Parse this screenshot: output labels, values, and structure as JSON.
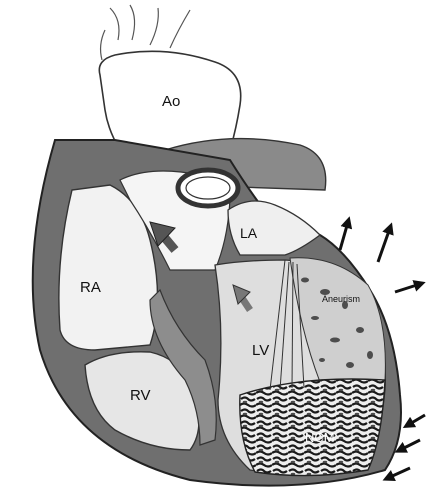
{
  "labels": {
    "ao": "Ao",
    "la": "LA",
    "ra": "RA",
    "lv": "LV",
    "rv": "RV",
    "aneurism": "Aneurism",
    "ncm": "NCM"
  },
  "colors": {
    "background": "#ffffff",
    "wall": "#6f6f6f",
    "wall_dark": "#3c3c3c",
    "chamber": "#f0f0f0",
    "lv_cavity": "#d9d9d9",
    "trabeculation": "#1a1a1a",
    "outline": "#222222"
  },
  "icons": [
    "flow-arrow-icon",
    "outward-arrow-icon",
    "inward-arrow-icon"
  ]
}
